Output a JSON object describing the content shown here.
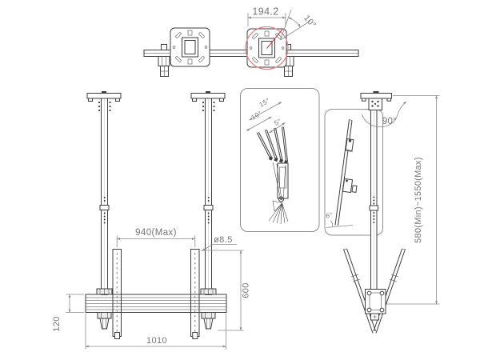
{
  "meta": {
    "description": "Technical line drawing of a dual-pole ceiling TV mount with dimensions and adjustment angles"
  },
  "colors": {
    "line": "#3f3f3f",
    "dimension": "#8a8a8a",
    "text_color": "#757575",
    "highlight_circle": "#e08a8a",
    "highlight_line": "#cc4444",
    "background": "#ffffff"
  },
  "top_view": {
    "plate_width_label": "194.2",
    "rotation_angle_label": "10°"
  },
  "tilt_inset": {
    "angle_labels": [
      "15°",
      "10°",
      "5°"
    ]
  },
  "side_tilt_inset": {
    "angle_label": "6°"
  },
  "front_view": {
    "pole_spacing_label": "940(Max)",
    "hole_diameter_label": "ø8.5",
    "bracket_height_label": "600",
    "bar_height_label": "120",
    "bar_length_label": "1010"
  },
  "side_view": {
    "swivel_angle_label": "90°",
    "drop_range_label": "580(Min)~1550(Max)"
  }
}
